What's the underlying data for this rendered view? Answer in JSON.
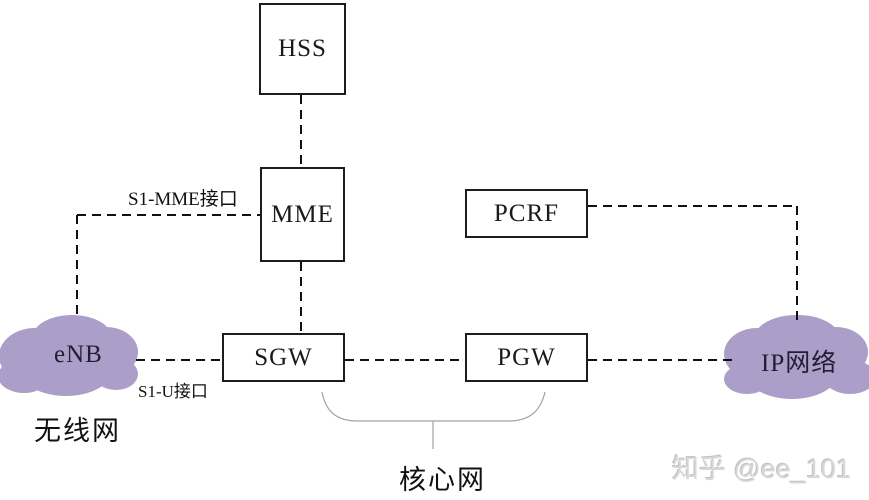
{
  "nodes": {
    "hss": {
      "label": "HSS"
    },
    "mme": {
      "label": "MME"
    },
    "pcrf": {
      "label": "PCRF"
    },
    "sgw": {
      "label": "SGW"
    },
    "pgw": {
      "label": "PGW"
    },
    "enb": {
      "label": "eNB"
    },
    "ip_network": {
      "label": "IP网络"
    }
  },
  "labels": {
    "s1_mme_interface": "S1-MME接口",
    "s1_u_interface": "S1-U接口",
    "radio_network": "无线网",
    "core_network": "核心网"
  },
  "watermark": {
    "text": "知乎 @ee_101"
  },
  "colors": {
    "cloud": "#ab9ec8",
    "line": "#111111",
    "brace": "#a3a3a3",
    "background": "#ffffff"
  }
}
